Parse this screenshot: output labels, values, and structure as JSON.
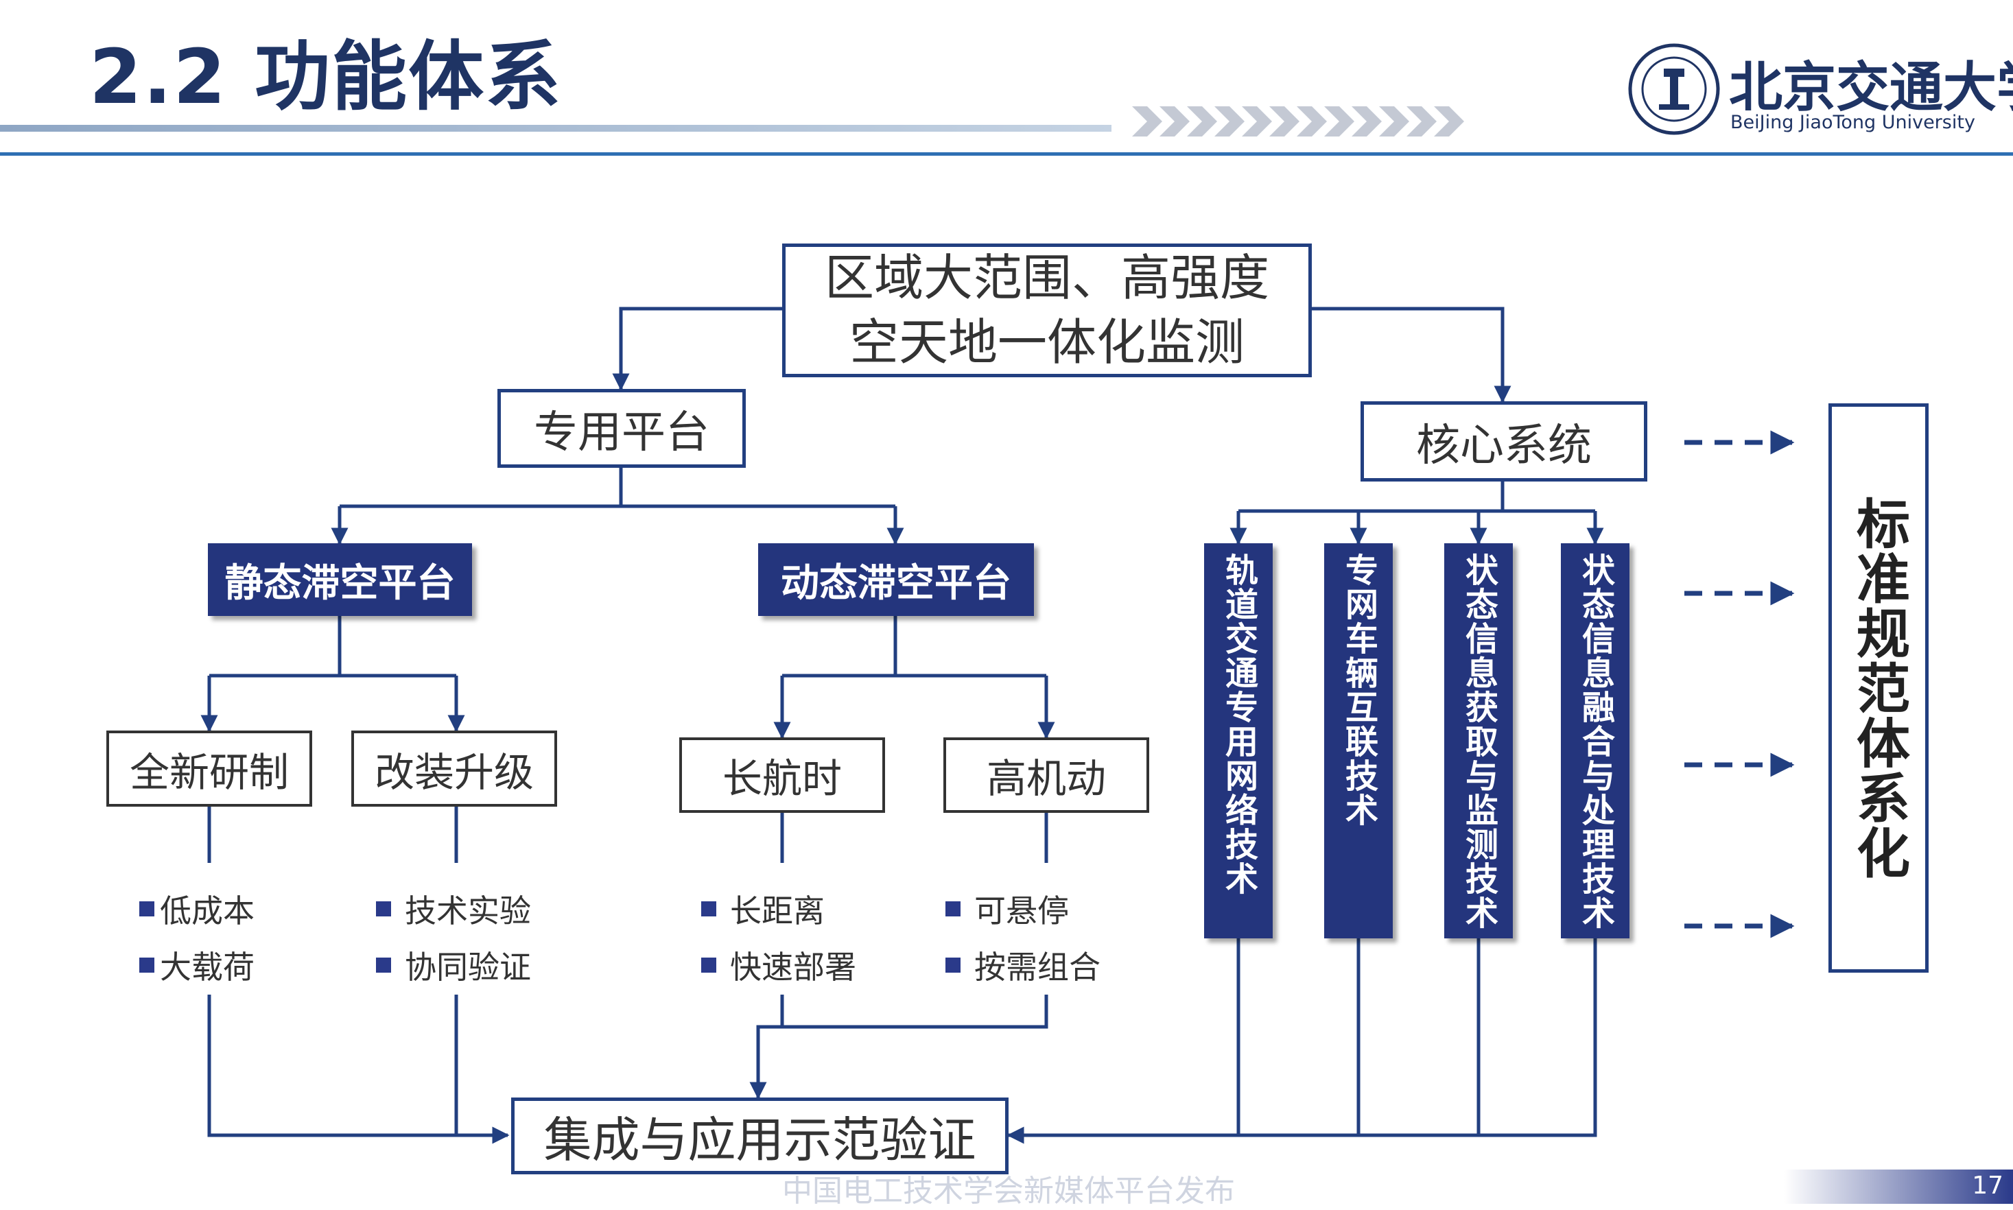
{
  "header": {
    "title": "2.2 功能体系",
    "university_name_cn": "北京交通大学",
    "university_name_en": "BeiJing JiaoTong University"
  },
  "diagram": {
    "root": "区域大范围、高强度空天地一体化监测",
    "platform": {
      "label": "专用平台",
      "static": {
        "label": "静态滞空平台",
        "children": [
          {
            "label": "全新研制",
            "bullets": [
              "低成本",
              "大载荷"
            ]
          },
          {
            "label": "改装升级",
            "bullets": [
              "技术实验",
              "协同验证"
            ]
          }
        ]
      },
      "dynamic": {
        "label": "动态滞空平台",
        "children": [
          {
            "label": "长航时",
            "bullets": [
              "长距离",
              "快速部署"
            ]
          },
          {
            "label": "高机动",
            "bullets": [
              "可悬停",
              "按需组合"
            ]
          }
        ]
      }
    },
    "core_system": {
      "label": "核心系统",
      "technologies": [
        "轨道交通专用网络技术",
        "专网车辆互联技术",
        "状态信息获取与监测技术",
        "状态信息融合与处理技术"
      ]
    },
    "standard": "标准规范体系化",
    "integration": "集成与应用示范验证"
  },
  "footer": {
    "watermark": "中国电工技术学会新媒体平台发布",
    "page_number": "17"
  },
  "colors": {
    "navy": "#24357d",
    "box_border": "#223f80",
    "title": "#1f3464",
    "rule": "#2f6fb3"
  }
}
